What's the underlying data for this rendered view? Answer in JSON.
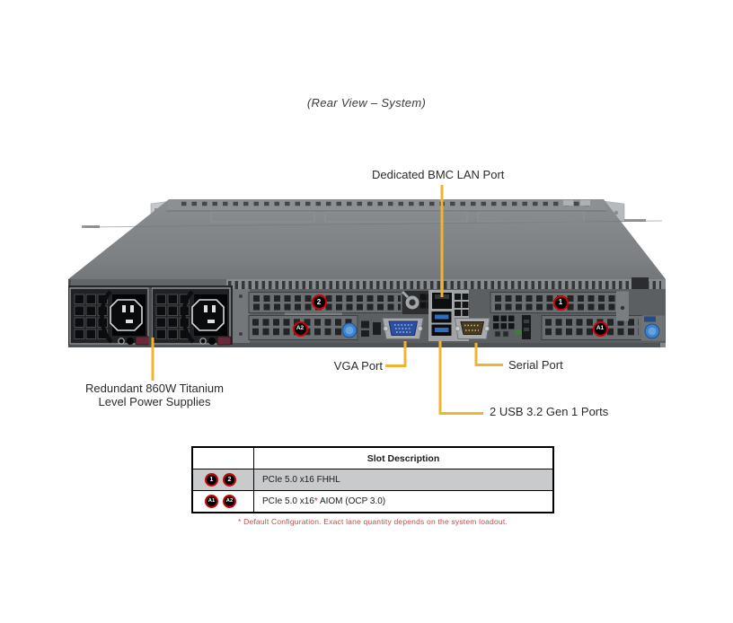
{
  "title": "(Rear View – System)",
  "callouts": {
    "bmc": "Dedicated BMC LAN Port",
    "vga": "VGA Port",
    "serial": "Serial Port",
    "usb": "2 USB 3.2 Gen 1 Ports",
    "psu_line1": "Redundant 860W Titanium",
    "psu_line2": "Level Power Supplies"
  },
  "chassis_badges": [
    {
      "id": "slot-2",
      "label": "2"
    },
    {
      "id": "slot-a2",
      "label": "A2"
    },
    {
      "id": "slot-1",
      "label": "1"
    },
    {
      "id": "slot-a1",
      "label": "A1"
    }
  ],
  "table": {
    "header": "Slot Description",
    "rows": [
      {
        "badges": [
          "1",
          "2"
        ],
        "description": "PCIe 5.0 x16 FHHL"
      },
      {
        "badges": [
          "A1",
          "A2"
        ],
        "description_pre": "PCIe 5.0 x16",
        "asterisk": "*",
        "description_post": " AIOM (OCP 3.0)"
      }
    ]
  },
  "footnote": "* Default Configuration. Exact lane quantity depends on the system loadout.",
  "colors": {
    "callout_line": "#F1B42F",
    "badge_ring": "#D40000",
    "row_highlight": "#C9CACB",
    "footnote_red": "#C94A4A"
  }
}
